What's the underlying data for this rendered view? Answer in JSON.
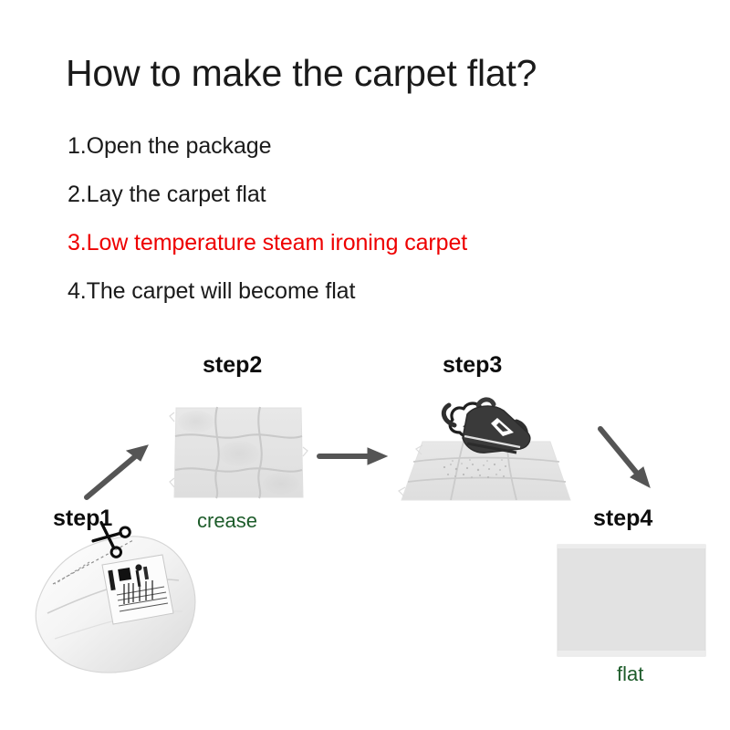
{
  "page": {
    "title": "How to make the carpet flat?",
    "background_color": "#ffffff"
  },
  "instructions": {
    "items": [
      {
        "text": "1.Open the package",
        "color": "#1a1a1a",
        "highlighted": false
      },
      {
        "text": "2.Lay the carpet flat",
        "color": "#1a1a1a",
        "highlighted": false
      },
      {
        "text": "3.Low temperature steam ironing carpet",
        "color": "#ee0000",
        "highlighted": true
      },
      {
        "text": "4.The carpet will become flat",
        "color": "#1a1a1a",
        "highlighted": false
      }
    ]
  },
  "diagram": {
    "steps": [
      {
        "label": "step1",
        "caption": "",
        "illustration": "sealed-package-with-scissors",
        "label_color": "#0d0d0d"
      },
      {
        "label": "step2",
        "caption": "crease",
        "illustration": "creased-carpet-grid",
        "label_color": "#0d0d0d",
        "caption_color": "#1d5c2a"
      },
      {
        "label": "step3",
        "caption": "",
        "illustration": "steam-iron-on-carpet",
        "label_color": "#0d0d0d"
      },
      {
        "label": "step4",
        "caption": "flat",
        "illustration": "flat-carpet",
        "label_color": "#0d0d0d",
        "caption_color": "#1d5c2a"
      }
    ],
    "arrows": [
      {
        "name": "arrow-step1-to-step2",
        "direction": "up-right",
        "color": "#555555"
      },
      {
        "name": "arrow-step2-to-step3",
        "direction": "right",
        "color": "#555555"
      },
      {
        "name": "arrow-step3-to-step4",
        "direction": "down-right",
        "color": "#555555"
      }
    ],
    "colors": {
      "carpet_fill": "#e4e4e4",
      "crease_line": "#c9c9c9",
      "iron_body": "#3a3a3a",
      "arrow": "#555555",
      "package_fill": "#f6f6f6"
    }
  }
}
